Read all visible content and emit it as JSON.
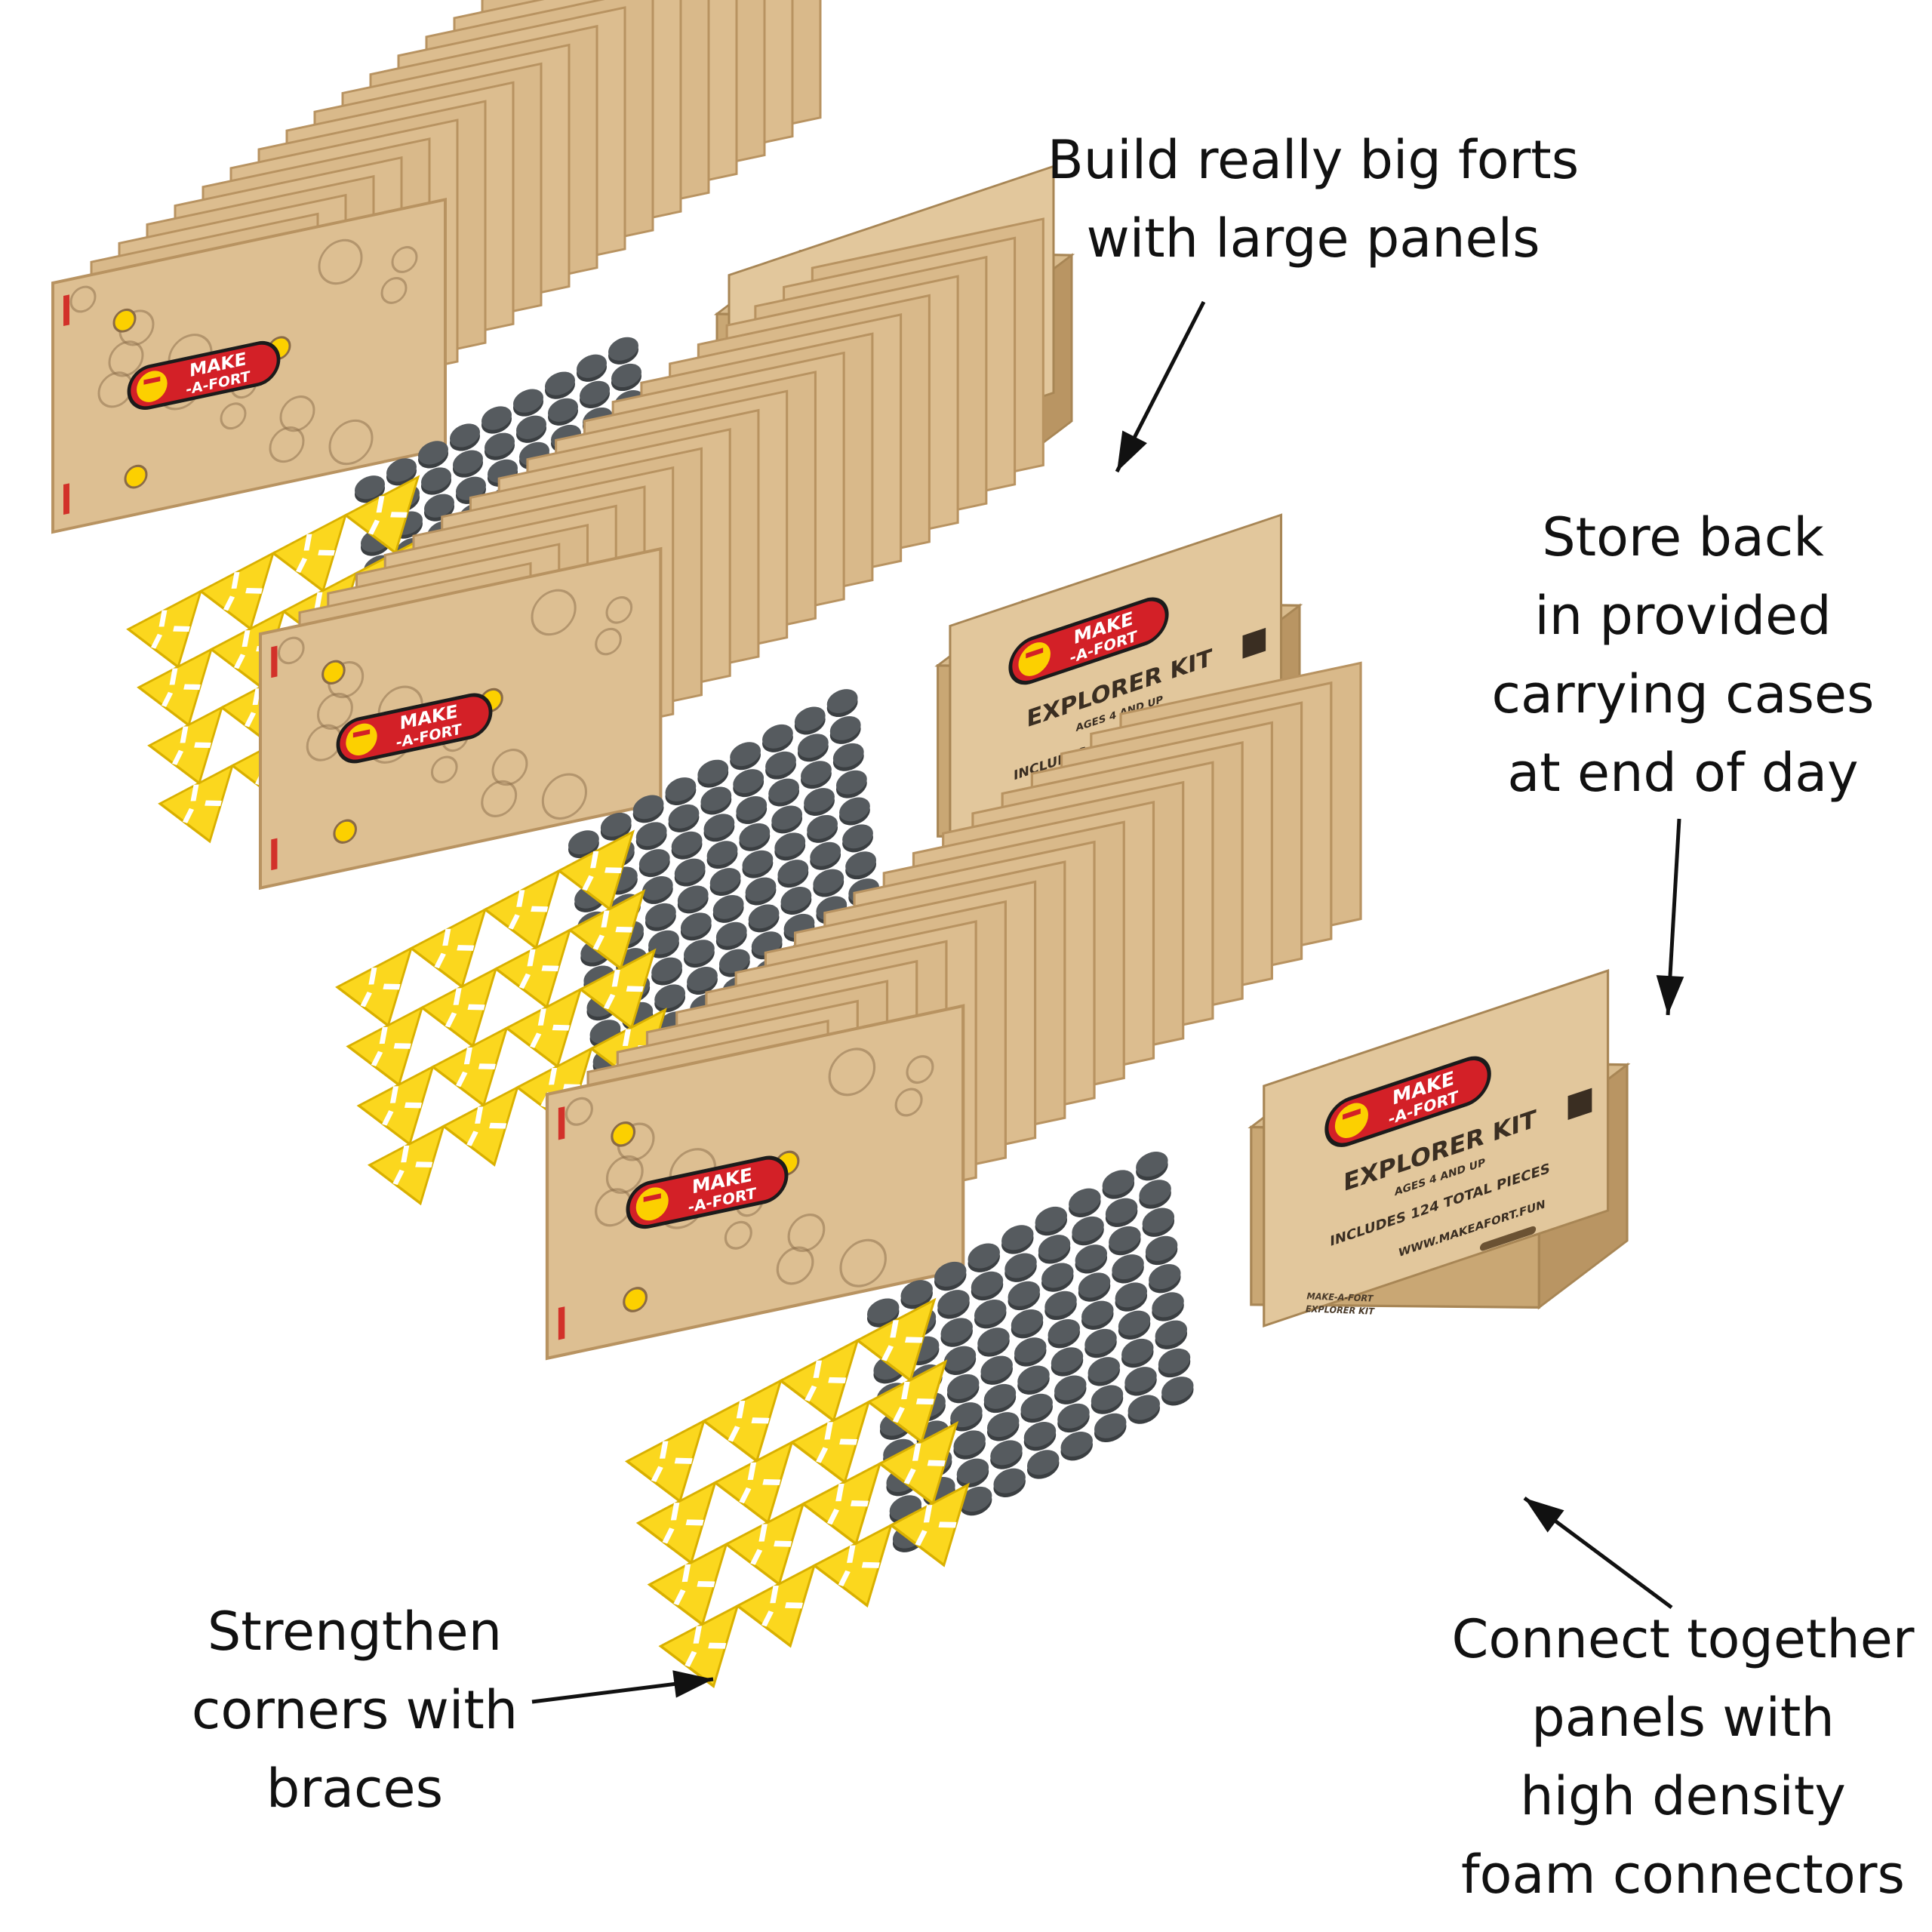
{
  "brand": {
    "logo_top": "MAKE",
    "logo_bottom": "-A-FORT",
    "kit_name": "EXPLORER KIT",
    "ages": "AGES 4 AND UP",
    "pieces": "INCLUDES 124 TOTAL PIECES",
    "url": "WWW.MAKEAFORT.FUN",
    "side_text_1": "MAKE-A-FORT",
    "side_text_2": "EXPLORER KIT"
  },
  "callouts": {
    "panels": {
      "lines": [
        "Build really big forts",
        "with large panels"
      ]
    },
    "storage": {
      "lines": [
        "Store back",
        "in provided",
        "carrying cases",
        "at end of day"
      ]
    },
    "braces": {
      "lines": [
        "Strengthen",
        "corners with",
        "braces"
      ]
    },
    "connectors": {
      "lines": [
        "Connect together",
        "panels with",
        "high density",
        "foam connectors"
      ]
    }
  },
  "colors": {
    "cardboard": "#d9b98a",
    "cardboard_dark": "#b89361",
    "kraft_box": "#e2c79c",
    "panel_accent": "#d2312a",
    "brace_yellow": "#fbd71e",
    "connector_gray": "#565b5f",
    "logo_red": "#d32027",
    "logo_yellow": "#fcd000",
    "logo_black": "#1b1b1b",
    "text": "#111111"
  }
}
